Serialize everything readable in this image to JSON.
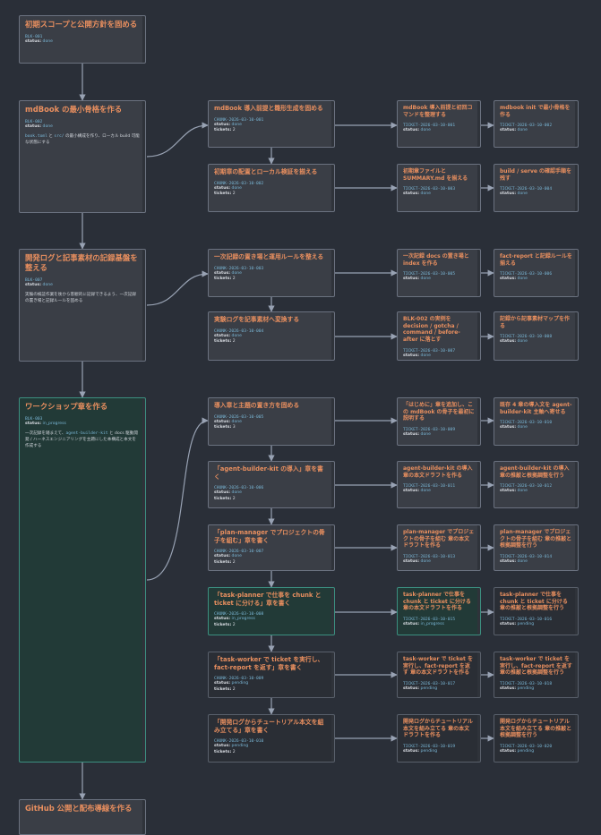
{
  "blocks": [
    {
      "title": "初期スコープと公開方針を固める",
      "id": "BLK-001",
      "status": "done"
    },
    {
      "title": "mdBook の最小骨格を作る",
      "id": "BLK-002",
      "status": "done",
      "desc_code1": "book.toml",
      "desc_mid": " と ",
      "desc_code2": "src/",
      "desc_tail": " の最小構成を作り、ローカル build 可能な状態にする"
    },
    {
      "title": "開発ログと記事素材の記録基盤を整える",
      "id": "BLK-007",
      "status": "done",
      "desc": "実験の検証作業を後から客観的に記録できるよう、一次記録の置き場と記録ルールを固める"
    },
    {
      "title": "ワークショップ章を作る",
      "id": "BLK-003",
      "status": "in_progress",
      "desc_head": "一次記録を踏まえて、",
      "desc_code": "agent-builder-kit",
      "desc_tail": " と docs 駆動開発 / ハーネスエンジニアリングを主題にした本構成と本文を作成する"
    },
    {
      "title": "GitHub 公開と配布導線を作る"
    }
  ],
  "chunks": [
    {
      "title": "mdBook 導入前提と雛形生成を固める",
      "id": "CHUNK-2026-03-10-001",
      "status": "done",
      "tickets": "2"
    },
    {
      "title": "初期章の配置とローカル検証を揃える",
      "id": "CHUNK-2026-03-10-002",
      "status": "done",
      "tickets": "2"
    },
    {
      "title": "一次記録の置き場と運用ルールを整える",
      "id": "CHUNK-2026-03-10-003",
      "status": "done",
      "tickets": "2"
    },
    {
      "title": "実験ログを記事素材へ変換する",
      "id": "CHUNK-2026-03-10-004",
      "status": "done",
      "tickets": "2"
    },
    {
      "title": "導入章と主題の置き方を固める",
      "id": "CHUNK-2026-03-10-005",
      "status": "done",
      "tickets": "3"
    },
    {
      "title": "「agent-builder-kit の導入」章を書く",
      "id": "CHUNK-2026-03-10-006",
      "status": "done",
      "tickets": "2"
    },
    {
      "title": "「plan-manager でプロジェクトの骨子を組む」章を書く",
      "id": "CHUNK-2026-03-10-007",
      "status": "done",
      "tickets": "2"
    },
    {
      "title": "「task-planner で仕事を chunk と ticket に分ける」章を書く",
      "id": "CHUNK-2026-03-10-008",
      "status": "in_progress",
      "tickets": "2"
    },
    {
      "title": "「task-worker で ticket を実行し、fact-report を返す」章を書く",
      "id": "CHUNK-2026-03-10-009",
      "status": "pending",
      "tickets": "2"
    },
    {
      "title": "「開発ログからチュートリアル本文を組み立てる」章を書く",
      "id": "CHUNK-2026-03-10-010",
      "status": "pending",
      "tickets": "2"
    }
  ],
  "tickets": [
    {
      "title": "mdBook 導入前提と初回コマンドを整理する",
      "id": "TICKET-2026-03-10-001",
      "status": "done"
    },
    {
      "title": "mdbook init で最小骨格を作る",
      "id": "TICKET-2026-03-10-002",
      "status": "done"
    },
    {
      "title": "初期章ファイルと SUMMARY.md を揃える",
      "id": "TICKET-2026-03-10-003",
      "status": "done"
    },
    {
      "title": "build / serve の確認手順を残す",
      "id": "TICKET-2026-03-10-004",
      "status": "done"
    },
    {
      "title": "一次記録 docs の置き場と index を作る",
      "id": "TICKET-2026-03-10-005",
      "status": "done"
    },
    {
      "title": "fact-report と記録ルールを揃える",
      "id": "TICKET-2026-03-10-006",
      "status": "done"
    },
    {
      "title": "BLK-002 の実例を decision / gotcha / command / before-after に落とす",
      "id": "TICKET-2026-03-10-007",
      "status": "done"
    },
    {
      "title": "記録から記事素材マップを作る",
      "id": "TICKET-2026-03-10-008",
      "status": "done"
    },
    {
      "title": "「はじめに」章を追加し、この mdBook の骨子を最初に説明する",
      "id": "TICKET-2026-03-10-009",
      "status": "done"
    },
    {
      "title": "既存 4 章の導入文を agent-builder-kit 主軸へ寄せる",
      "id": "TICKET-2026-03-10-010",
      "status": "done"
    },
    {
      "title": "agent-builder-kit の導入 章の本文ドラフトを作る",
      "id": "TICKET-2026-03-10-011",
      "status": "done"
    },
    {
      "title": "agent-builder-kit の導入 章の推敲と根拠調整を行う",
      "id": "TICKET-2026-03-10-012",
      "status": "done"
    },
    {
      "title": "plan-manager でプロジェクトの骨子を組む 章の本文ドラフトを作る",
      "id": "TICKET-2026-03-10-013",
      "status": "done"
    },
    {
      "title": "plan-manager でプロジェクトの骨子を組む 章の推敲と根拠調整を行う",
      "id": "TICKET-2026-03-10-014",
      "status": "done"
    },
    {
      "title": "task-planner で仕事を chunk と ticket に分ける 章の本文ドラフトを作る",
      "id": "TICKET-2026-03-10-015",
      "status": "in_progress"
    },
    {
      "title": "task-planner で仕事を chunk と ticket に分ける 章の推敲と根拠調整を行う",
      "id": "TICKET-2026-03-10-016",
      "status": "pending"
    },
    {
      "title": "task-worker で ticket を実行し、fact-report を返す 章の本文ドラフトを作る",
      "id": "TICKET-2026-03-10-017",
      "status": "pending"
    },
    {
      "title": "task-worker で ticket を実行し、fact-report を返す 章の推敲と根拠調整を行う",
      "id": "TICKET-2026-03-10-018",
      "status": "pending"
    },
    {
      "title": "開発ログからチュートリアル本文を組み立てる 章の本文ドラフトを作る",
      "id": "TICKET-2026-03-10-019",
      "status": "pending"
    },
    {
      "title": "開発ログからチュートリアル本文を組み立てる 章の推敲と根拠調整を行う",
      "id": "TICKET-2026-03-10-020",
      "status": "pending"
    }
  ],
  "labels": {
    "status": "status:",
    "tickets": "tickets:"
  },
  "colors": {
    "background": "#2a2f38",
    "title": "#e98f5f",
    "id": "#7ab7d6",
    "edge": "#98a2b3",
    "active_border": "#3c8f80"
  }
}
